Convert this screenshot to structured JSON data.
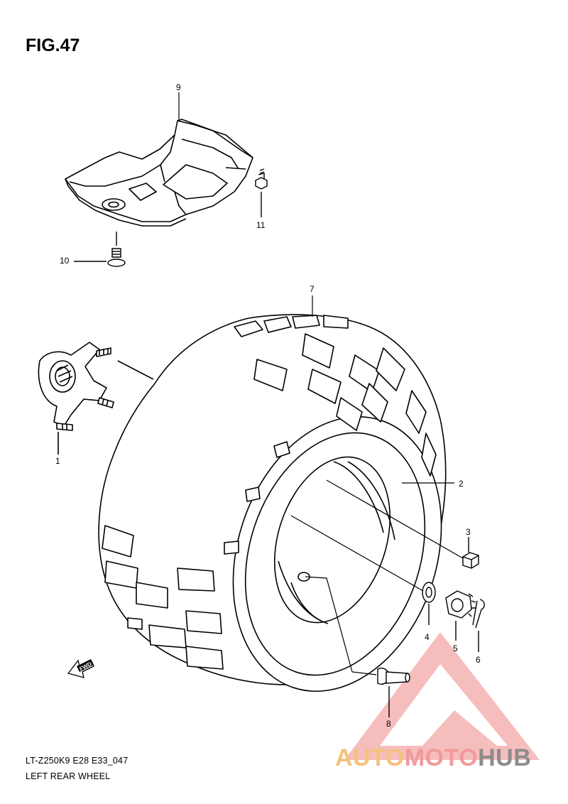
{
  "title": "FIG.47",
  "footer": {
    "model_code": "LT-Z250K9  E28  E33_047",
    "caption": "LEFT REAR WHEEL"
  },
  "callouts": [
    {
      "id": "1",
      "label": "1"
    },
    {
      "id": "2",
      "label": "2"
    },
    {
      "id": "3",
      "label": "3"
    },
    {
      "id": "4",
      "label": "4"
    },
    {
      "id": "5",
      "label": "5"
    },
    {
      "id": "6",
      "label": "6"
    },
    {
      "id": "7",
      "label": "7"
    },
    {
      "id": "8",
      "label": "8"
    },
    {
      "id": "9",
      "label": "9"
    },
    {
      "id": "10",
      "label": "10"
    },
    {
      "id": "11",
      "label": "11"
    }
  ],
  "fwd_label": "FWD",
  "watermark": {
    "brand_part1": "AUTO",
    "brand_part2": "MOTO",
    "brand_part3": "HUB",
    "colors": {
      "auto": "#f4c27a",
      "moto": "#f19a9a",
      "hub": "#8c8c8c",
      "logo": "#f19a9a"
    }
  }
}
